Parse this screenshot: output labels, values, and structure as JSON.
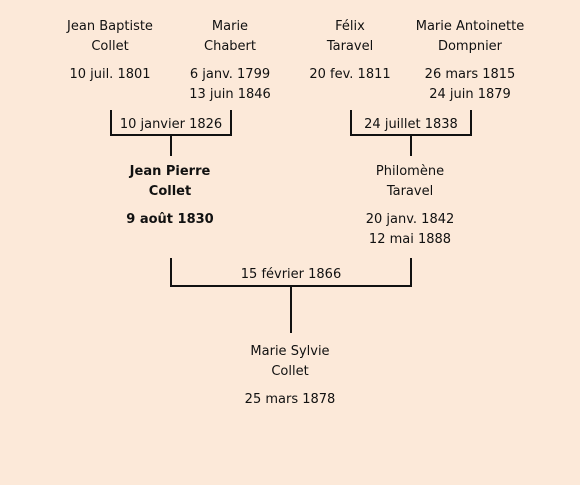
{
  "people": {
    "jean_baptiste": {
      "first": "Jean Baptiste",
      "last": "Collet",
      "birth": "10 juil. 1801",
      "death": ""
    },
    "marie_chabert": {
      "first": "Marie",
      "last": "Chabert",
      "birth": "6 janv. 1799",
      "death": "13 juin 1846"
    },
    "felix": {
      "first": "Félix",
      "last": "Taravel",
      "birth": "20 fev. 1811",
      "death": ""
    },
    "marie_antoinette": {
      "first": "Marie Antoinette",
      "last": "Dompnier",
      "birth": "26 mars 1815",
      "death": "24 juin 1879"
    },
    "jean_pierre": {
      "first": "Jean Pierre",
      "last": "Collet",
      "birth": "9 août 1830",
      "death": ""
    },
    "philomene": {
      "first": "Philomène",
      "last": "Taravel",
      "birth": "20 janv. 1842",
      "death": "12 mai 1888"
    },
    "marie_sylvie": {
      "first": "Marie Sylvie",
      "last": "Collet",
      "birth": "25 mars 1878",
      "death": ""
    }
  },
  "marriages": {
    "collet_chabert": "10 janvier 1826",
    "taravel_dompnier": "24 juillet 1838",
    "collet_taravel": "15 février 1866"
  }
}
